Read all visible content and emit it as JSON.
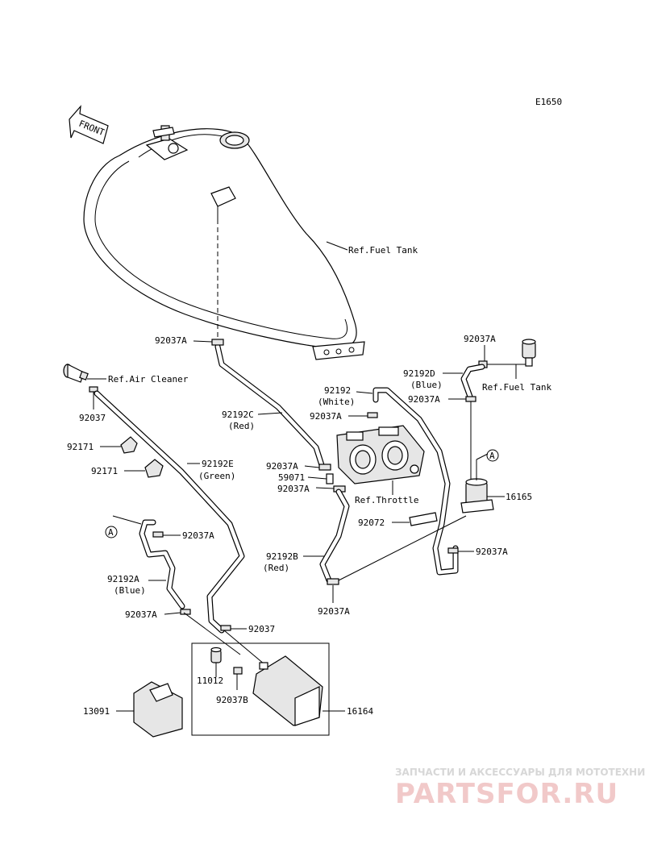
{
  "diagram_code": "E1650",
  "front_label": "FRONT",
  "labels": {
    "ref_fuel_tank_1": "Ref.Fuel Tank",
    "l92037a_1": "92037A",
    "ref_air_cleaner": "Ref.Air Cleaner",
    "l92037": "92037",
    "l92171_1": "92171",
    "l92171_2": "92171",
    "l92192c": "92192C",
    "l92192c_color": "(Red)",
    "l92192e": "92192E",
    "l92192e_color": "(Green)",
    "l92192": "92192",
    "l92192_color": "(White)",
    "l92037a_2": "92037A",
    "l92037a_3": "92037A",
    "l59071": "59071",
    "l92037a_4": "92037A",
    "ref_throttle": "Ref.Throttle",
    "l92037a_top": "92037A",
    "l92192d": "92192D",
    "l92192d_color": "(Blue)",
    "ref_fuel_tank_2": "Ref.Fuel Tank",
    "l92037a_5": "92037A",
    "l16165": "16165",
    "l92072": "92072",
    "l92037a_6": "92037A",
    "marker_a_right": "A",
    "marker_a_left": "A",
    "l92037a_7": "92037A",
    "l92192b": "92192B",
    "l92192b_color": "(Red)",
    "l92037a_8": "92037A",
    "l92192a": "92192A",
    "l92192a_color": "(Blue)",
    "l92037a_9": "92037A",
    "l92037_b": "92037",
    "l11012": "11012",
    "l92037b": "92037B",
    "l13091": "13091",
    "l16164": "16164"
  },
  "watermark": {
    "top_text": "ЗАПЧАСТИ И АКСЕССУАРЫ ДЛЯ МОТОТЕХНИКИ",
    "logo_text": "PARTSFOR.RU"
  }
}
